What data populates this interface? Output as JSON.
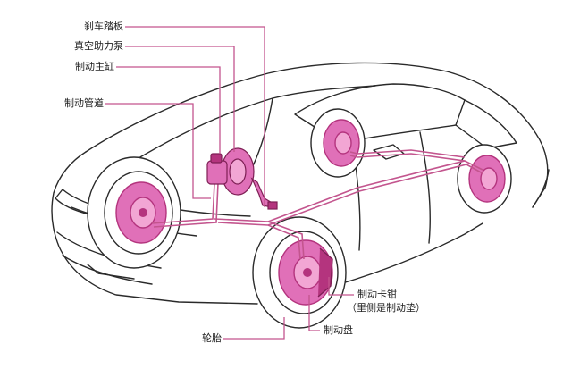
{
  "labels": {
    "brake_pedal": "刹车踏板",
    "vacuum_booster": "真空助力泵",
    "master_cylinder": "制动主缸",
    "brake_line": "制动管道",
    "caliper_line1": "制动卡钳",
    "caliper_line2": "（里侧是制动垫）",
    "brake_disc": "制动盘",
    "tire": "轮胎"
  },
  "colors": {
    "line": "#c3558e",
    "component": "#e070b8",
    "component_dark": "#b4347e",
    "outline": "#2a2a2a"
  }
}
